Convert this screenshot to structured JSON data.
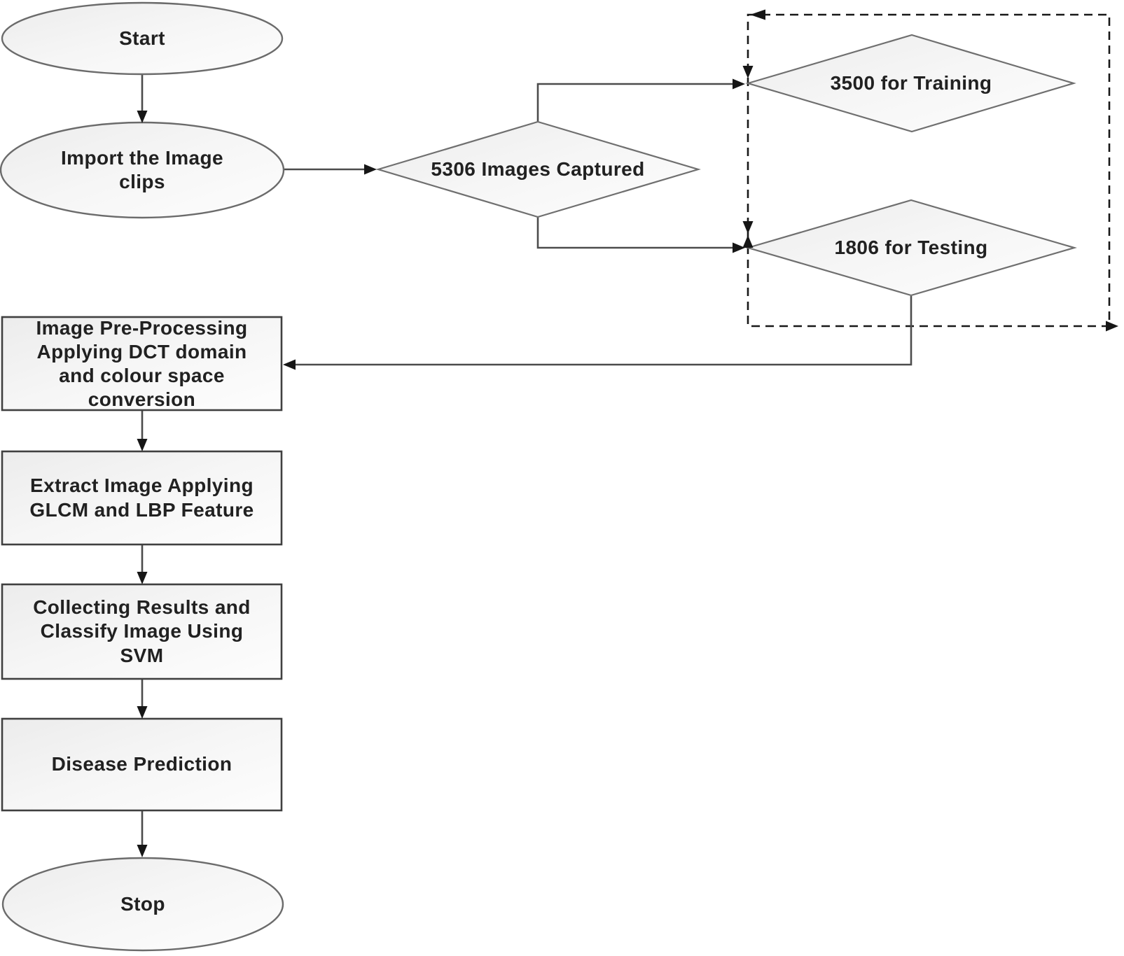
{
  "diagram": {
    "type": "flowchart",
    "background": "#ffffff",
    "colors": {
      "shape_fill_edge": "#ececec",
      "shape_fill_center": "#fdfdfd",
      "ellipse_border": "#6b6b6b",
      "diamond_border": "#6f6f6f",
      "rect_border": "#404040",
      "connector": "#4c4c4c",
      "arrowhead": "#161616",
      "dashed_group_border": "#181818",
      "text": "#212121"
    },
    "nodes": {
      "start": {
        "shape": "ellipse",
        "label": "Start"
      },
      "import_clips": {
        "shape": "ellipse",
        "label": "Import the Image\nclips"
      },
      "images_captured": {
        "shape": "diamond",
        "label": "5306 Images Captured"
      },
      "training": {
        "shape": "diamond",
        "label": "3500 for Training"
      },
      "testing": {
        "shape": "diamond",
        "label": "1806 for Testing"
      },
      "preprocessing": {
        "shape": "rect",
        "label": "Image Pre-Processing\nApplying DCT domain\nand colour space\nconversion"
      },
      "feature_extraction": {
        "shape": "rect",
        "label": "Extract Image Applying\nGLCM and LBP Feature"
      },
      "classification": {
        "shape": "rect",
        "label": "Collecting Results and\nClassify Image Using\nSVM"
      },
      "disease_prediction": {
        "shape": "rect",
        "label": "Disease Prediction"
      },
      "stop": {
        "shape": "ellipse",
        "label": "Stop"
      }
    },
    "groups": [
      {
        "id": "dataset_split",
        "style": "dashed-rect",
        "contains": [
          "training",
          "testing"
        ]
      }
    ],
    "edges": [
      {
        "from": "start",
        "to": "import_clips",
        "style": "solid-arrow"
      },
      {
        "from": "import_clips",
        "to": "images_captured",
        "style": "solid-arrow"
      },
      {
        "from": "images_captured",
        "to": "training",
        "style": "solid-arrow"
      },
      {
        "from": "images_captured",
        "to": "testing",
        "style": "solid-arrow"
      },
      {
        "from": "dataset_split",
        "to": "preprocessing",
        "style": "solid-arrow"
      },
      {
        "from": "preprocessing",
        "to": "feature_extraction",
        "style": "solid-arrow"
      },
      {
        "from": "feature_extraction",
        "to": "classification",
        "style": "solid-arrow"
      },
      {
        "from": "classification",
        "to": "disease_prediction",
        "style": "solid-arrow"
      },
      {
        "from": "disease_prediction",
        "to": "stop",
        "style": "solid-arrow"
      },
      {
        "from": "dataset_split",
        "to": "training",
        "style": "dashed-arrow"
      },
      {
        "from": "dataset_split",
        "to": "testing",
        "style": "dashed-arrow"
      }
    ]
  }
}
